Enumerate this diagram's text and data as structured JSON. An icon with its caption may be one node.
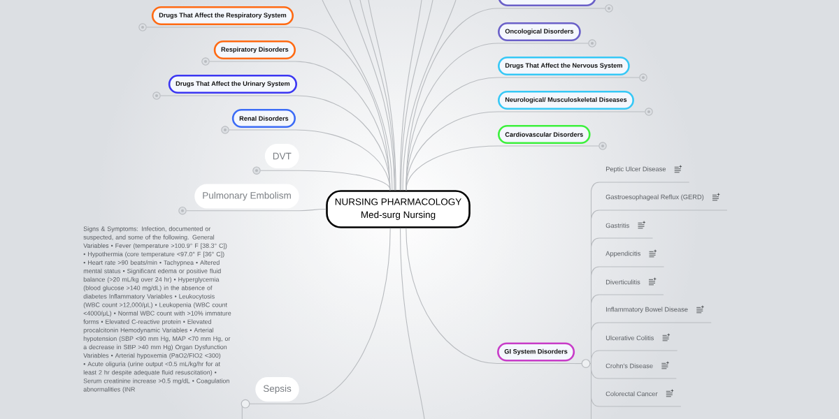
{
  "diagram": {
    "nodes": [
      {
        "text": [
          "NURSING PHARMACOLOGY",
          "Med-surg Nursing"
        ]
      },
      {
        "text": [
          "Drugs That Affect the Respiratory System"
        ]
      },
      {
        "text": [
          "Respiratory Disorders"
        ]
      },
      {
        "text": [
          "Drugs That Affect the Urinary System"
        ]
      },
      {
        "text": [
          "Renal Disorders"
        ]
      },
      {
        "text": [
          "DVT"
        ]
      },
      {
        "text": [
          "Pulmonary Embolism"
        ]
      },
      {
        "text": [
          "Sepsis"
        ]
      },
      {
        "text": [],
        "shape": "box"
      },
      {
        "text": [
          "Oncological Disorders"
        ]
      },
      {
        "text": [
          "Drugs That Affect the Nervous System"
        ]
      },
      {
        "text": [
          "Neurological/ Musculoskeletal Diseases"
        ]
      },
      {
        "text": [
          "Cardiovascular Disorders"
        ]
      },
      {
        "text": [
          "GI System Disorders"
        ]
      },
      {
        "text": [
          "Peptic Ulcer Disease"
        ]
      },
      {
        "text": [
          "Gastroesophageal Reflux (GERD)"
        ]
      },
      {
        "text": [
          "Gastritis"
        ]
      },
      {
        "text": [
          "Appendicitis"
        ]
      },
      {
        "text": [
          "Diverticulitis"
        ]
      },
      {
        "text": [
          "Inflammatory Bowel Disease"
        ]
      },
      {
        "text": [
          "Ulcerative Colitis"
        ]
      },
      {
        "text": [
          "Crohn's Disease"
        ]
      },
      {
        "text": [
          "Colorectal Cancer"
        ]
      }
    ],
    "edges": [
      {
        "from": 0,
        "to": 1,
        "arrow": "none"
      },
      {
        "from": 0,
        "to": 2,
        "arrow": "none"
      },
      {
        "from": 0,
        "to": 3,
        "arrow": "none"
      },
      {
        "from": 0,
        "to": 4,
        "arrow": "none"
      },
      {
        "from": 0,
        "to": 5,
        "arrow": "none"
      },
      {
        "from": 0,
        "to": 6,
        "arrow": "none"
      },
      {
        "from": 0,
        "to": 7,
        "arrow": "none"
      },
      {
        "from": 0,
        "to": 8,
        "arrow": "none"
      },
      {
        "from": 0,
        "to": 9,
        "arrow": "none"
      },
      {
        "from": 0,
        "to": 10,
        "arrow": "none"
      },
      {
        "from": 0,
        "to": 11,
        "arrow": "none"
      },
      {
        "from": 0,
        "to": 12,
        "arrow": "none"
      },
      {
        "from": 0,
        "to": 13,
        "arrow": "none"
      },
      {
        "from": 13,
        "to": 14,
        "arrow": "none"
      },
      {
        "from": 13,
        "to": 15,
        "arrow": "none"
      },
      {
        "from": 13,
        "to": 16,
        "arrow": "none"
      },
      {
        "from": 13,
        "to": 17,
        "arrow": "none"
      },
      {
        "from": 13,
        "to": 18,
        "arrow": "none"
      },
      {
        "from": 13,
        "to": 19,
        "arrow": "none"
      },
      {
        "from": 13,
        "to": 20,
        "arrow": "none"
      },
      {
        "from": 13,
        "to": 21,
        "arrow": "none"
      },
      {
        "from": 13,
        "to": 22,
        "arrow": "none"
      },
      {
        "from": 13,
        "to": null,
        "arrow": "none"
      },
      {
        "from": 7,
        "to": null,
        "arrow": "none"
      },
      {
        "from": 0,
        "to": null,
        "arrow": "none"
      },
      {
        "from": 0,
        "to": null,
        "arrow": "none"
      },
      {
        "from": 0,
        "to": null,
        "arrow": "none"
      },
      {
        "from": 0,
        "to": null,
        "arrow": "none"
      },
      {
        "from": 0,
        "to": null,
        "arrow": "none"
      },
      {
        "from": 0,
        "to": null,
        "arrow": "none"
      },
      {
        "from": 0,
        "to": null,
        "arrow": "none"
      },
      {
        "from": 0,
        "to": null,
        "arrow": "none"
      }
    ],
    "labels": [
      "Signs & Symptoms: Infection, documented or suspected, and some of the following. General Variables • Fever (temperature >100.9° F [38.3° C]) • Hypothermia (core temperature <97.0° F [36° C]) • Heart rate >90 beats/min • Tachypnea • Altered mental status • Significant edema or positive fluid balance (>20 mL/kg over 24 hr) • Hyperglycemia (blood glucose >140 mg/dL) in the absence of diabetes Inflammatory Variables • Leukocytosis (WBC count >12,000/μL) • Leukopenia (WBC count <4000/μL) • Normal WBC count with >10% immature forms • Elevated C-reactive protein • Elevated procalcitonin Hemodynamic Variables • Arterial hypotension (SBP <90 mm Hg, MAP <70 mm Hg, or a decrease in SBP >40 mm Hg) Organ Dysfunction Variables • Arterial hypoxemia (PaO2/FIO2 <300) • Acute oliguria (urine output <0.5 mL/kg/hr for at least 2 hr despite adequate fluid resuscitation) • Serum creatinine increase >0.5 mg/dL • Coagulation abnormalities (INR"
    ]
  }
}
